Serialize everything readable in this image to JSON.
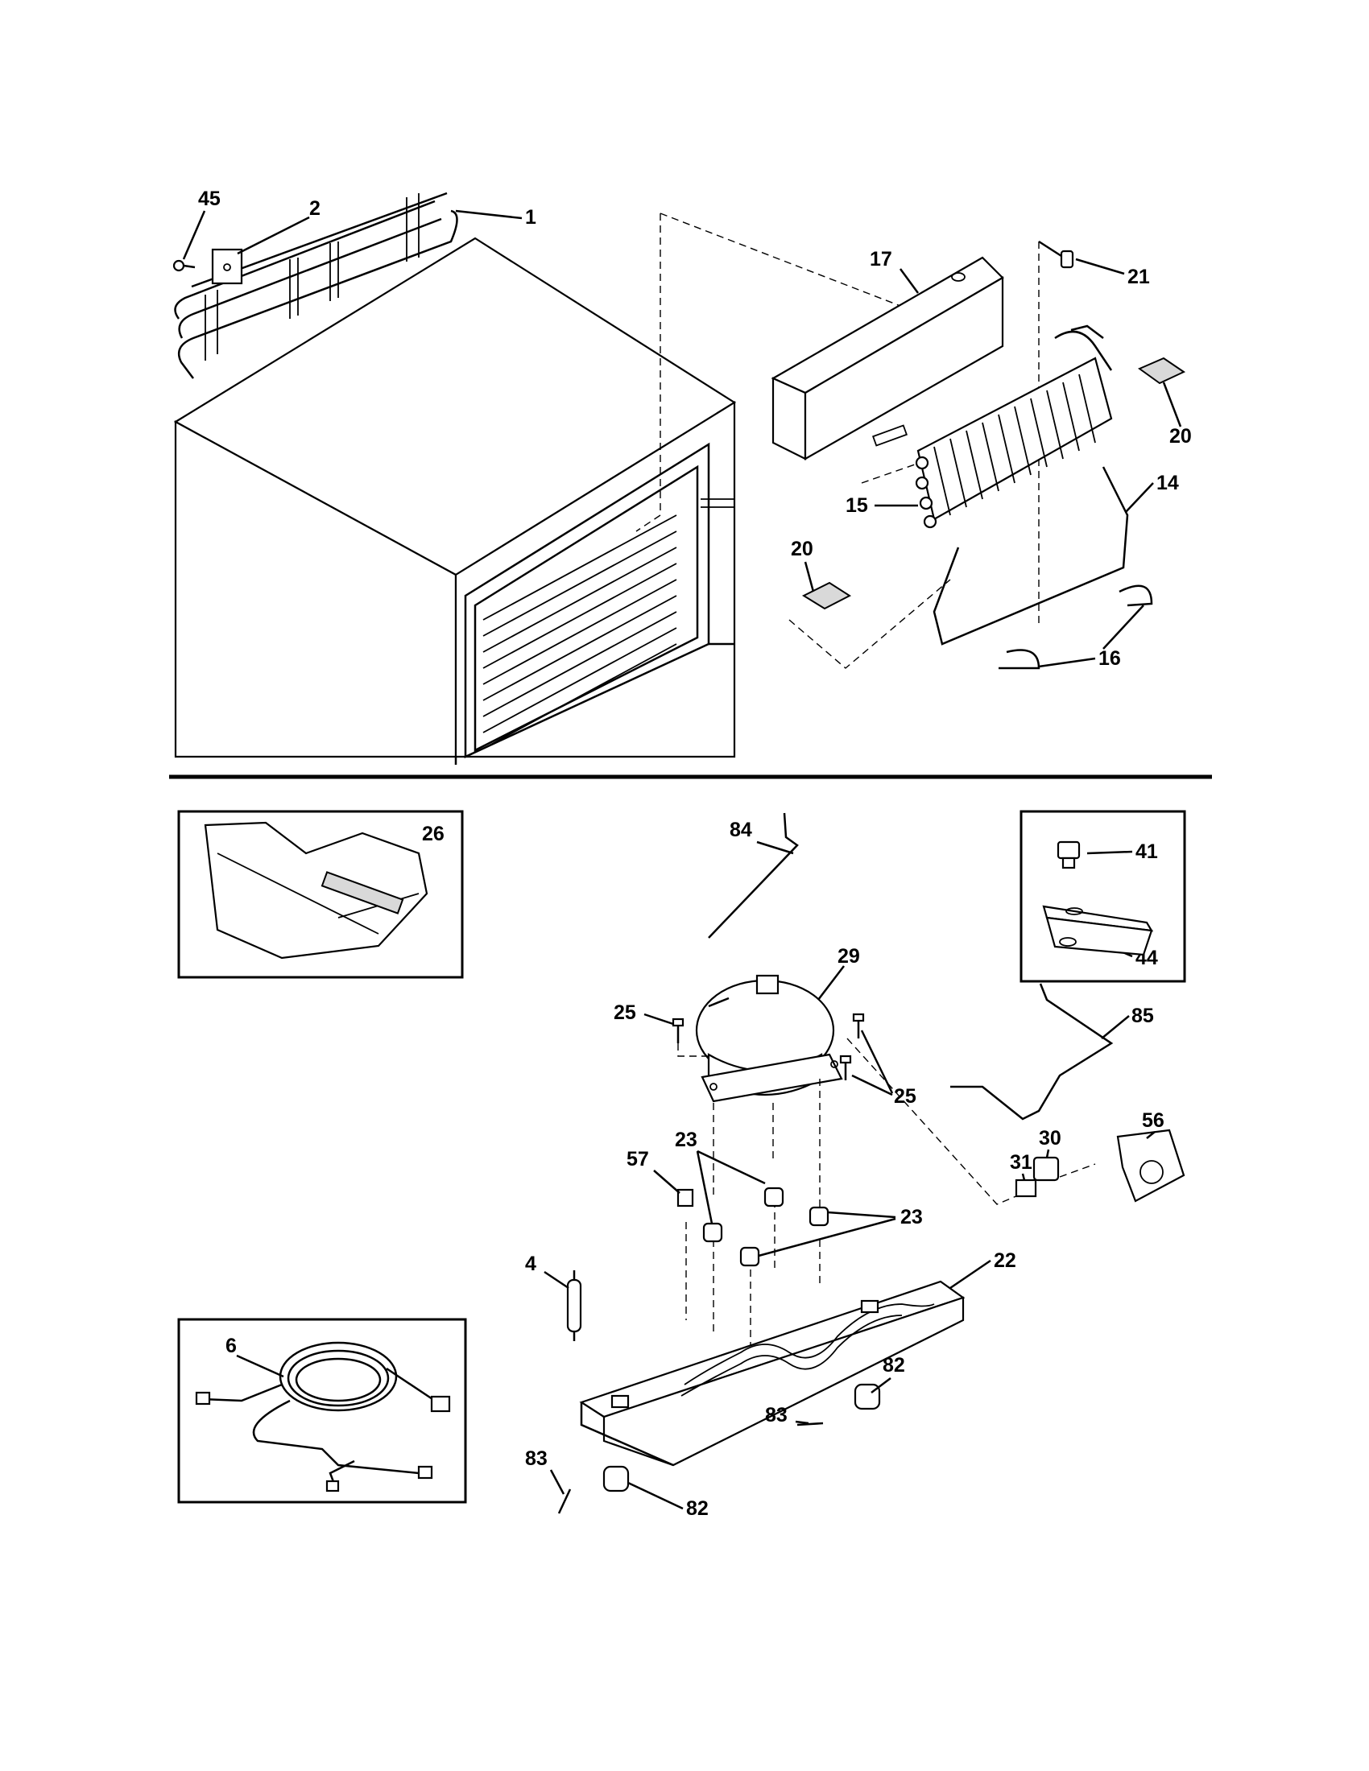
{
  "diagram": {
    "upper_section": {
      "labels": [
        "45",
        "2",
        "1",
        "17",
        "21",
        "20",
        "15",
        "14",
        "20",
        "16"
      ]
    },
    "lower_section": {
      "inset_26": "26",
      "inset_41_44": [
        "41",
        "44"
      ],
      "inset_6": "6",
      "labels": [
        "84",
        "29",
        "85",
        "25",
        "25",
        "30",
        "56",
        "31",
        "23",
        "57",
        "23",
        "4",
        "22",
        "82",
        "83",
        "83",
        "82"
      ]
    },
    "colors": {
      "line": "#000000",
      "background": "#ffffff",
      "shade": "#d9d9d9"
    }
  }
}
